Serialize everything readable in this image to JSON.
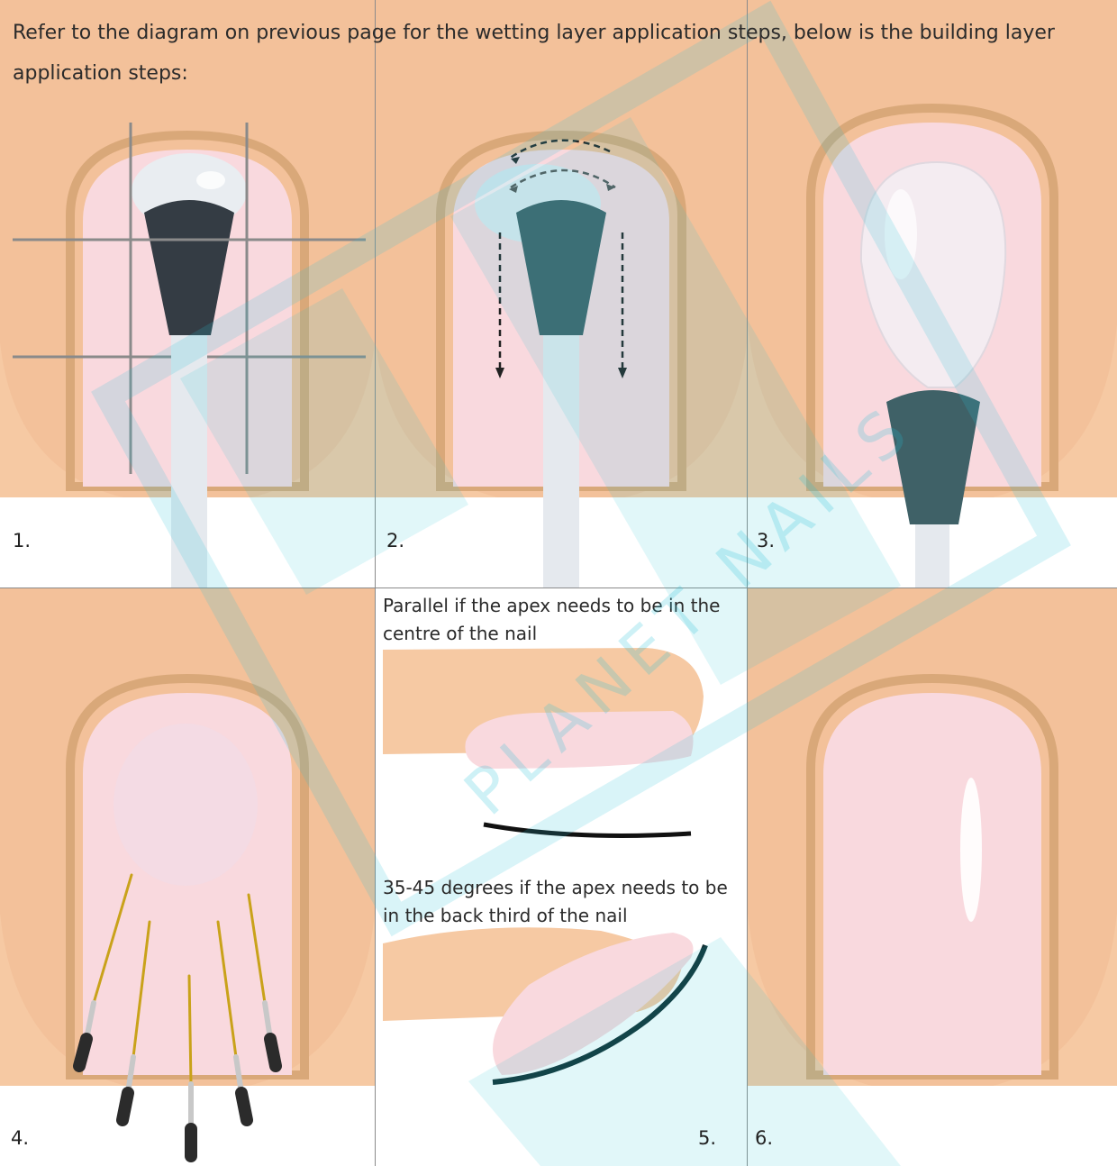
{
  "intro_text": "Refer to the diagram on previous page for the wetting layer application steps, below is the building layer application steps:",
  "steps": [
    {
      "number": "1."
    },
    {
      "number": "2."
    },
    {
      "number": "3."
    },
    {
      "number": "4."
    },
    {
      "number": "5."
    },
    {
      "number": "6."
    }
  ],
  "step5": {
    "caption_parallel": "Parallel if the apex needs to be in the centre of the nail",
    "caption_angle": "35-45 degrees if the apex needs to be in the back third of the nail"
  },
  "watermark": "PLANET NAILS",
  "colors": {
    "skin": "#f6c9a3",
    "nail_pink": "#f9d9de",
    "brush_teal": "#3f5f66",
    "watermark": "#2cc3d8"
  }
}
